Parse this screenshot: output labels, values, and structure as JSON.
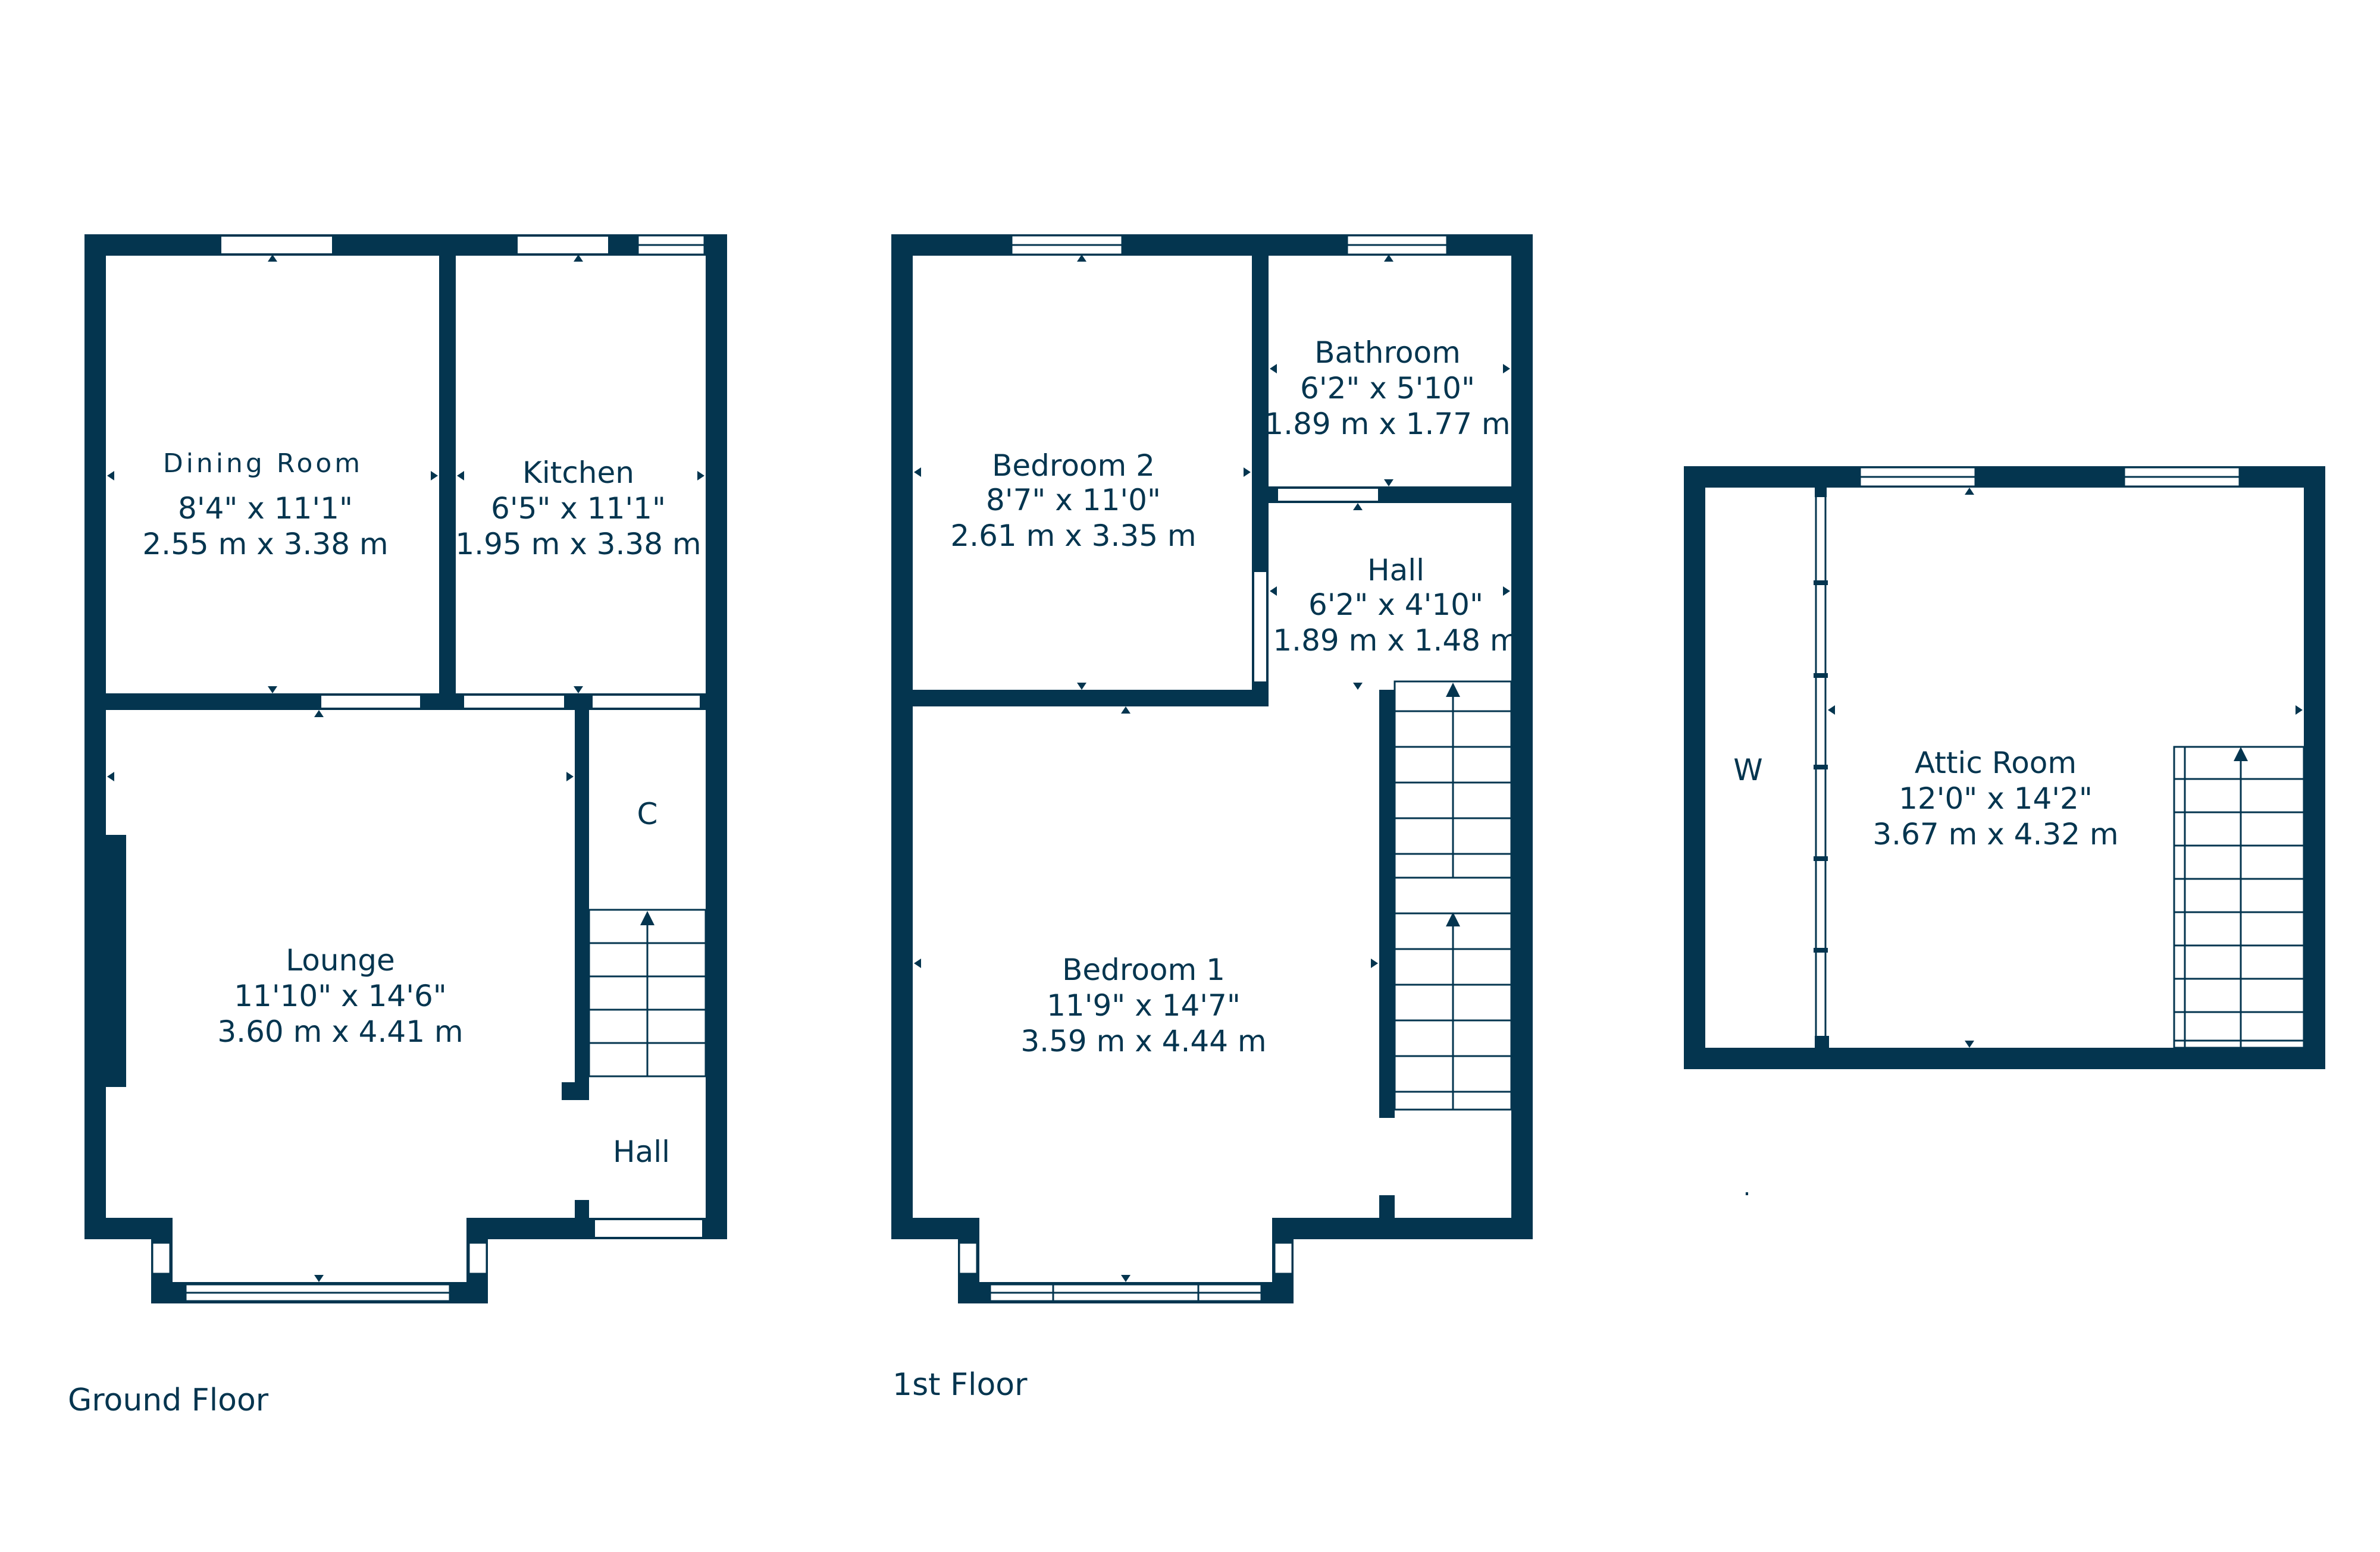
{
  "floors": {
    "ground": {
      "label": "Ground Floor",
      "rooms": {
        "dining": {
          "name": "Dining Room",
          "imperial": "8'4\" x 11'1\"",
          "metric": "2.55 m x 3.38 m"
        },
        "kitchen": {
          "name": "Kitchen",
          "imperial": "6'5\" x 11'1\"",
          "metric": "1.95 m x 3.38 m"
        },
        "lounge": {
          "name": "Lounge",
          "imperial": "11'10\" x 14'6\"",
          "metric": "3.60 m x 4.41 m"
        },
        "cupboard": {
          "name": "C"
        },
        "hall": {
          "name": "Hall"
        }
      }
    },
    "first": {
      "label": "1st Floor",
      "rooms": {
        "bedroom2": {
          "name": "Bedroom 2",
          "imperial": "8'7\" x 11'0\"",
          "metric": "2.61 m x 3.35 m"
        },
        "bathroom": {
          "name": "Bathroom",
          "imperial": "6'2\" x 5'10\"",
          "metric": "1.89 m x 1.77 m"
        },
        "hall": {
          "name": "Hall",
          "imperial": "6'2\" x 4'10\"",
          "metric": "1.89 m x 1.48 m"
        },
        "bedroom1": {
          "name": "Bedroom 1",
          "imperial": "11'9\" x 14'7\"",
          "metric": "3.59 m x 4.44 m"
        }
      }
    },
    "attic": {
      "rooms": {
        "wardrobe": {
          "name": "W"
        },
        "attic": {
          "name": "Attic Room",
          "imperial": "12'0\" x 14'2\"",
          "metric": "3.67 m x 4.32 m"
        }
      },
      "mark": "."
    }
  },
  "colors": {
    "wall": "#04354f",
    "background": "#ffffff"
  }
}
